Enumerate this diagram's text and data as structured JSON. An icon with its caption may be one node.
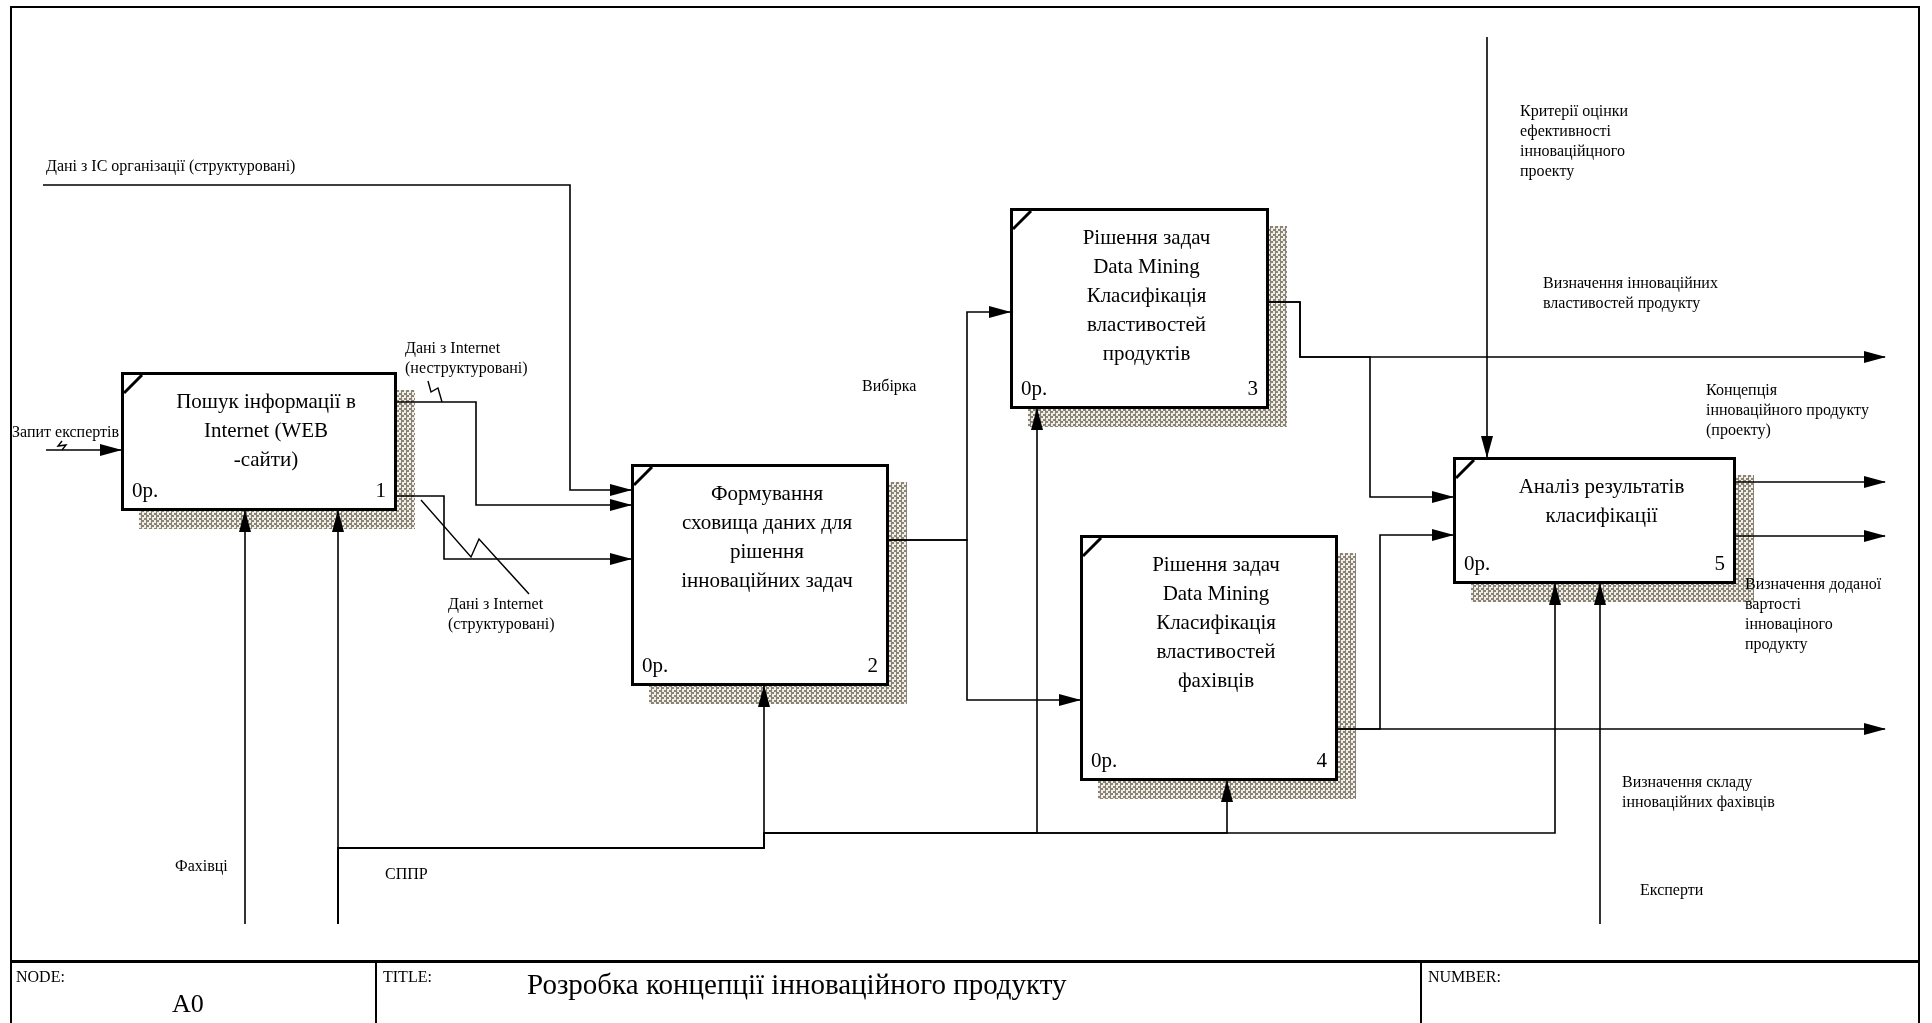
{
  "diagram": {
    "title": "Розробка концепції інноваційного продукту",
    "nodes": [
      {
        "text": [
          "Пошук інформації в Internet (WEB -сайти)",
          "0р.",
          "1"
        ]
      },
      {
        "text": [
          "Формування сховища даних для рішення інноваційних задач",
          "0р.",
          "2"
        ]
      },
      {
        "text": [
          "Рішення задач Data Mining Класифікація властивостей продуктів",
          "0р.",
          "3"
        ]
      },
      {
        "text": [
          "Рішення задач Data Mining Класифікація властивостей фахівців",
          "0р.",
          "4"
        ]
      },
      {
        "text": [
          "Аналіз результатів класифікації",
          "0р.",
          "5"
        ]
      }
    ],
    "edges": [
      {
        "from": null,
        "to": 0,
        "arrow": "to",
        "label": "Запит експертів"
      },
      {
        "from": null,
        "to": 1,
        "arrow": "to",
        "label": "Дані з ІС організації (структуровані)"
      },
      {
        "from": 0,
        "to": 1,
        "arrow": "to",
        "label": "Дані з Internet (неструктуровані)"
      },
      {
        "from": 0,
        "to": 1,
        "arrow": "to",
        "label": "Дані з Internet (структуровані)"
      },
      {
        "from": 1,
        "to": 2,
        "arrow": "to",
        "label": "Вибірка"
      },
      {
        "from": 1,
        "to": 3,
        "arrow": "to"
      },
      {
        "from": 2,
        "to": null,
        "arrow": "to",
        "label": "Визначення інноваційних властивостей продукту"
      },
      {
        "from": 2,
        "to": 4,
        "arrow": "to"
      },
      {
        "from": 3,
        "to": null,
        "arrow": "to",
        "label": "Визначення складу інноваційних фахівців"
      },
      {
        "from": 3,
        "to": 4,
        "arrow": "to"
      },
      {
        "from": 4,
        "to": null,
        "arrow": "to",
        "label": "Концепція інноваційного продукту (проекту)"
      },
      {
        "from": 4,
        "to": null,
        "arrow": "to",
        "label": "Визначення доданої вартості інноваціного продукту"
      },
      {
        "from": null,
        "to": 4,
        "arrow": "to",
        "label": "Критерії оцінки ефективності інноваційцного проекту"
      },
      {
        "from": null,
        "to": 0,
        "arrow": "to",
        "label": "Фахівці"
      },
      {
        "from": null,
        "to": 0,
        "arrow": "to",
        "label": "СППР"
      },
      {
        "from": null,
        "to": 1,
        "arrow": "to"
      },
      {
        "from": null,
        "to": 2,
        "arrow": "to"
      },
      {
        "from": null,
        "to": 3,
        "arrow": "to"
      },
      {
        "from": null,
        "to": 4,
        "arrow": "to"
      },
      {
        "from": null,
        "to": 4,
        "arrow": "to",
        "label": "Експерти"
      }
    ],
    "labels": [
      "NODE:",
      "A0",
      "TITLE:",
      "NUMBER:"
    ]
  }
}
